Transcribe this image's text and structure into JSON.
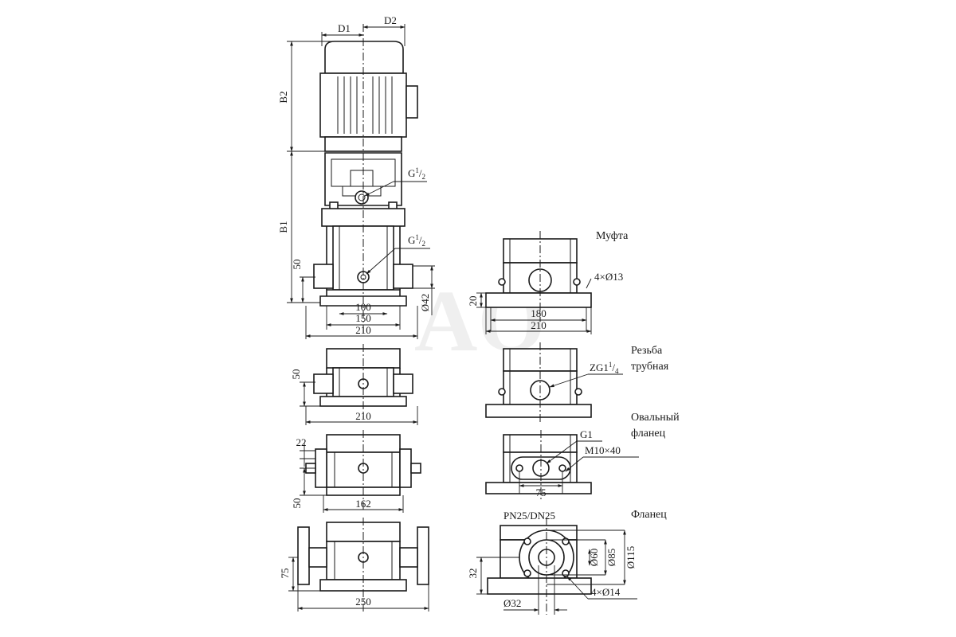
{
  "watermark": "AQ",
  "main_view": {
    "dims": {
      "d1": "D1",
      "d2": "D2",
      "b1": "B1",
      "b2": "B2",
      "h50": "50",
      "w100": "100",
      "w150": "150",
      "w210": "210",
      "dia42": "Ø42"
    },
    "port_top": {
      "base": "G",
      "num": "1",
      "den": "2"
    },
    "port_bottom": {
      "base": "G",
      "num": "1",
      "den": "2"
    }
  },
  "view2": {
    "h50": "50",
    "w210": "210"
  },
  "view3": {
    "w22": "22",
    "h50": "50",
    "w162": "162"
  },
  "view4": {
    "h75": "75",
    "w250": "250"
  },
  "coupling": {
    "title": "Муфта",
    "holes": "4×Ø13",
    "h20": "20",
    "w180": "180",
    "w210": "210"
  },
  "thread": {
    "title_line1": "Резьба",
    "title_line2": "трубная",
    "port": {
      "base": "ZG1",
      "num": "1",
      "den": "4"
    }
  },
  "oval": {
    "title_line1": "Овальный",
    "title_line2": "фланец",
    "g1": "G1",
    "bolts": "M10×40",
    "w75": "75"
  },
  "flange": {
    "title": "Фланец",
    "pn": "PN25/DN25",
    "d60": "Ø60",
    "d85": "Ø85",
    "d115": "Ø115",
    "h32": "32",
    "d32": "Ø32",
    "holes": "4×Ø14"
  }
}
